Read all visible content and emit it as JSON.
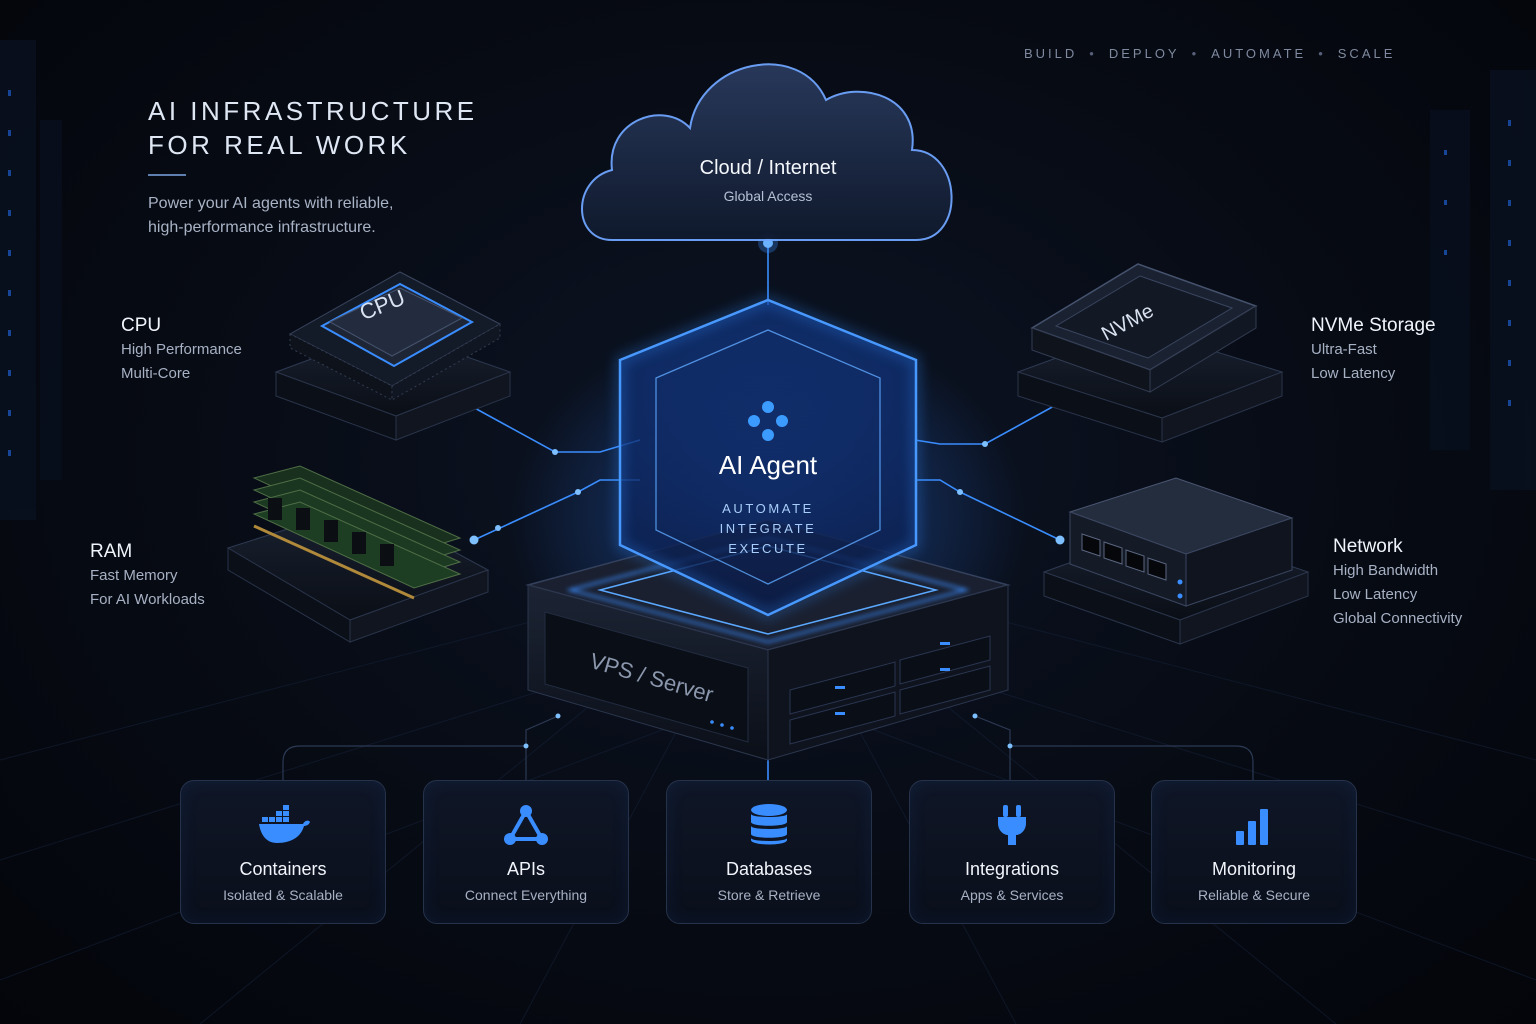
{
  "tagline": [
    "BUILD",
    "DEPLOY",
    "AUTOMATE",
    "SCALE"
  ],
  "headline": [
    "AI INFRASTRUCTURE",
    "FOR REAL WORK"
  ],
  "subhead": [
    "Power your AI agents with reliable,",
    "high-performance infrastructure."
  ],
  "cloud": {
    "title": "Cloud / Internet",
    "subtitle": "Global Access"
  },
  "agent": {
    "title": "AI Agent",
    "lines": [
      "AUTOMATE",
      "INTEGRATE",
      "EXECUTE"
    ]
  },
  "server": {
    "label": "VPS / Server"
  },
  "cpu": {
    "chip_label": "CPU",
    "title": "CPU",
    "lines": [
      "High Performance",
      "Multi-Core"
    ]
  },
  "ram": {
    "title": "RAM",
    "lines": [
      "Fast Memory",
      "For AI Workloads"
    ]
  },
  "nvme": {
    "chip_label": "NVMe",
    "title": "NVMe Storage",
    "lines": [
      "Ultra-Fast",
      "Low Latency"
    ]
  },
  "network": {
    "title": "Network",
    "lines": [
      "High Bandwidth",
      "Low Latency",
      "Global Connectivity"
    ]
  },
  "cards": [
    {
      "title": "Containers",
      "subtitle": "Isolated & Scalable",
      "icon": "docker-whale-icon"
    },
    {
      "title": "APIs",
      "subtitle": "Connect Everything",
      "icon": "api-nodes-icon"
    },
    {
      "title": "Databases",
      "subtitle": "Store & Retrieve",
      "icon": "database-icon"
    },
    {
      "title": "Integrations",
      "subtitle": "Apps & Services",
      "icon": "plug-icon"
    },
    {
      "title": "Monitoring",
      "subtitle": "Reliable & Secure",
      "icon": "bar-chart-icon"
    }
  ],
  "colors": {
    "accent": "#2f8cff",
    "glow": "#5aa8ff",
    "background": "#070b14"
  }
}
